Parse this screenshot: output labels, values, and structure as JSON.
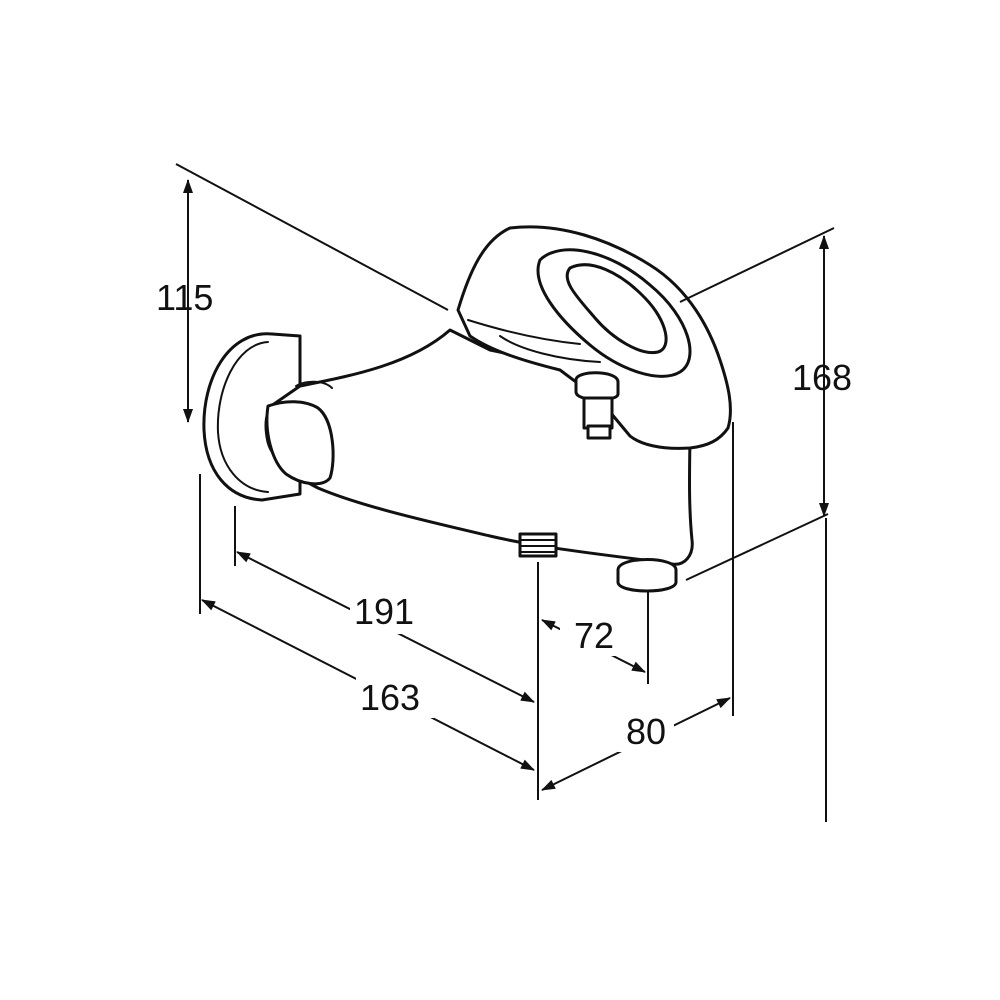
{
  "dimensions": {
    "height_body": "115",
    "height_total": "168",
    "depth_wall_to_outlet": "191",
    "depth_flange_to_outlet": "163",
    "outlet_to_diverter": "72",
    "outlet_to_front": "80"
  }
}
